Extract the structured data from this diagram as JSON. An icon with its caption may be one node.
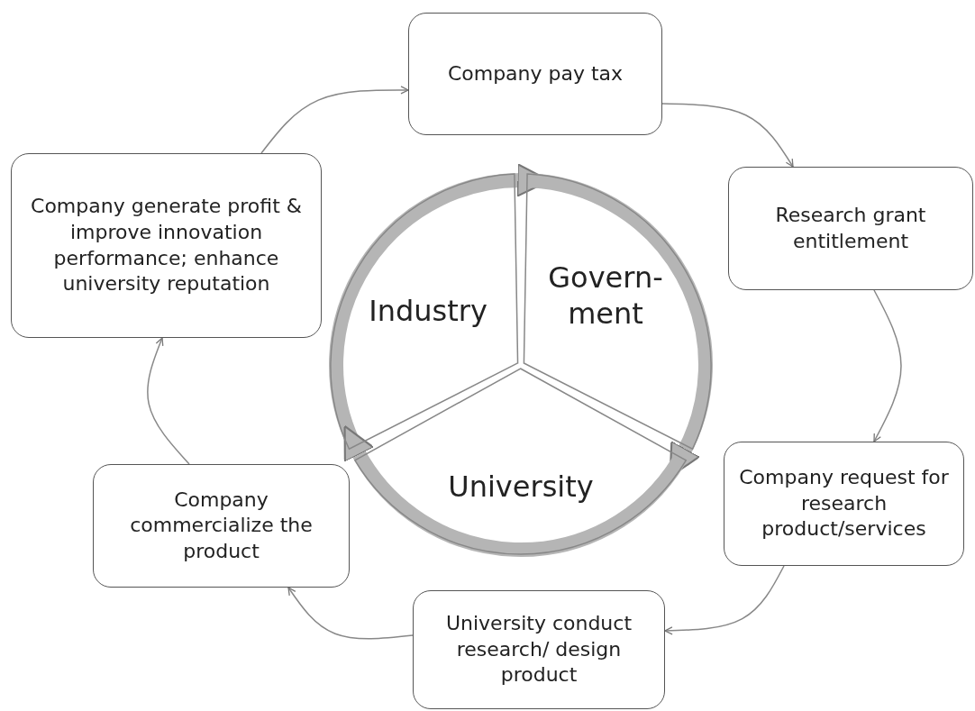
{
  "diagram": {
    "nodes": [
      {
        "text": [
          "Company pay tax"
        ]
      },
      {
        "text": [
          "Research grant entitlement"
        ]
      },
      {
        "text": [
          "Company request for research product/services"
        ]
      },
      {
        "text": [
          "University conduct research/ design product"
        ]
      },
      {
        "text": [
          "Company commercialize the product"
        ]
      },
      {
        "text": [
          "Company generate profit & improve innovation performance; enhance university reputation"
        ]
      },
      {
        "text": [
          "Industry"
        ]
      },
      {
        "text": [
          "Govern- ment"
        ]
      },
      {
        "text": [
          "University"
        ]
      }
    ],
    "edges": [
      {
        "from": 5,
        "to": 0,
        "arrow": "to"
      },
      {
        "from": 0,
        "to": 1,
        "arrow": "to"
      },
      {
        "from": 1,
        "to": 2,
        "arrow": "to"
      },
      {
        "from": 2,
        "to": 3,
        "arrow": "to"
      },
      {
        "from": 3,
        "to": 4,
        "arrow": "to"
      },
      {
        "from": 4,
        "to": 5,
        "arrow": "to"
      },
      {
        "from": 6,
        "to": 7,
        "arrow": "to",
        "style": "thick"
      },
      {
        "from": 7,
        "to": 8,
        "arrow": "to",
        "style": "thick"
      },
      {
        "from": 8,
        "to": 6,
        "arrow": "to",
        "style": "thick"
      }
    ]
  }
}
